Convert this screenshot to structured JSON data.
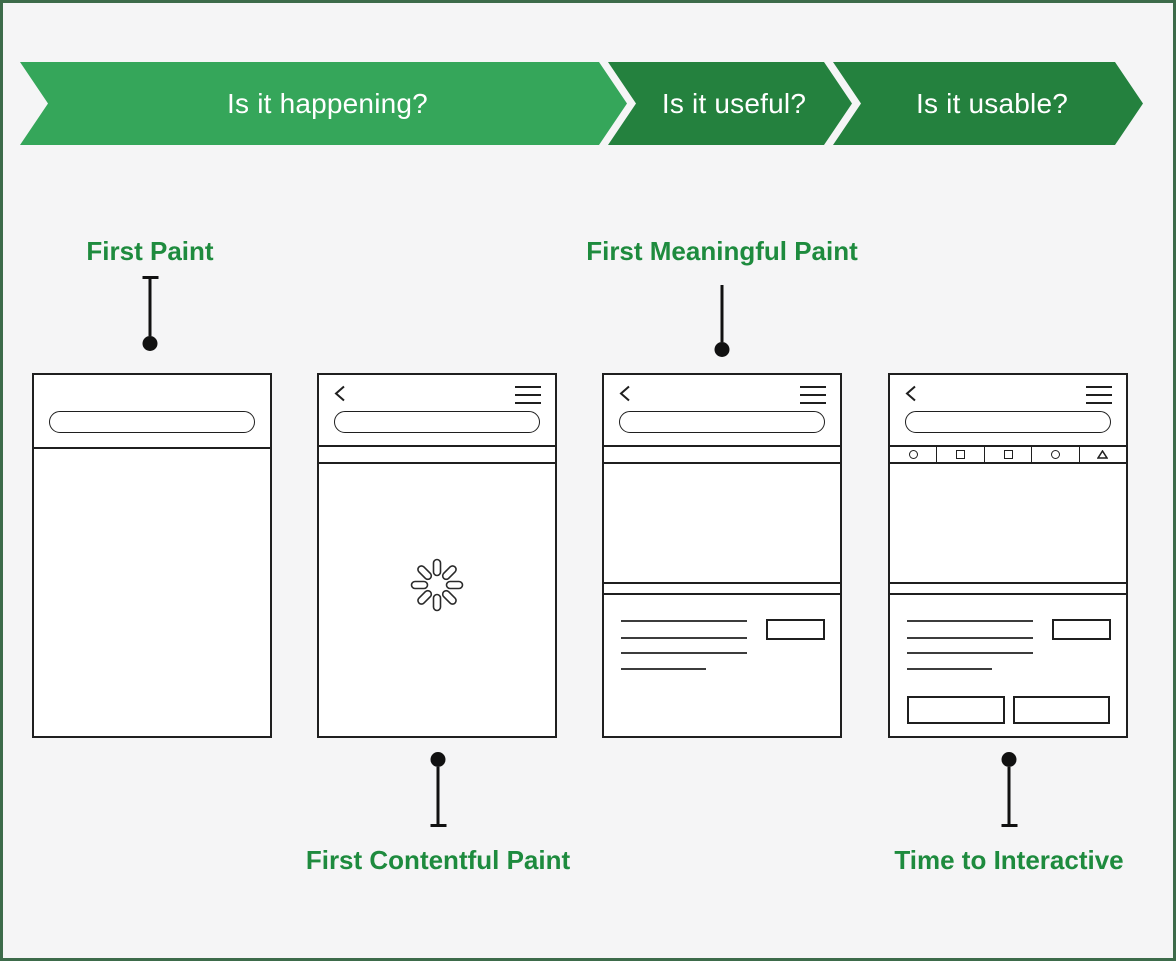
{
  "banner": {
    "segments": [
      {
        "id": "is-it-happening",
        "label": "Is it happening?",
        "color": "#35a65a"
      },
      {
        "id": "is-it-useful",
        "label": "Is it useful?",
        "color": "#24813e"
      },
      {
        "id": "is-it-usable",
        "label": "Is it usable?",
        "color": "#24813e"
      }
    ]
  },
  "metrics": [
    {
      "id": "first-paint",
      "label": "First Paint",
      "position": "top"
    },
    {
      "id": "first-meaningful-paint",
      "label": "First Meaningful Paint",
      "position": "top"
    },
    {
      "id": "first-contentful-paint",
      "label": "First Contentful Paint",
      "position": "bottom"
    },
    {
      "id": "time-to-interactive",
      "label": "Time to Interactive",
      "position": "bottom"
    }
  ],
  "phones": [
    {
      "id": "first-paint",
      "wireframe_elements": [
        "url-bar",
        "empty-body"
      ]
    },
    {
      "id": "first-contentful-paint",
      "wireframe_elements": [
        "back-icon",
        "menu-icon",
        "url-bar",
        "toolbar-strip",
        "spinner-icon"
      ]
    },
    {
      "id": "first-meaningful-paint",
      "wireframe_elements": [
        "back-icon",
        "menu-icon",
        "url-bar",
        "toolbar-strip",
        "hero-placeholder",
        "text-lines",
        "button-placeholder"
      ]
    },
    {
      "id": "time-to-interactive",
      "wireframe_elements": [
        "back-icon",
        "menu-icon",
        "url-bar",
        "tab-bar",
        "hero-placeholder",
        "text-lines",
        "button-placeholder",
        "bottom-buttons"
      ]
    }
  ],
  "tab_bar_icons": [
    "circle-icon",
    "square-icon",
    "square-icon",
    "circle-icon",
    "triangle-icon"
  ],
  "colors": {
    "background": "#f5f5f6",
    "frame_border": "#3d6b4a",
    "banner_light_green": "#35a65a",
    "banner_dark_green": "#24813e",
    "label_green": "#1e8b3e",
    "wireframe_stroke": "#1f1f1f",
    "connector_black": "#111111"
  }
}
